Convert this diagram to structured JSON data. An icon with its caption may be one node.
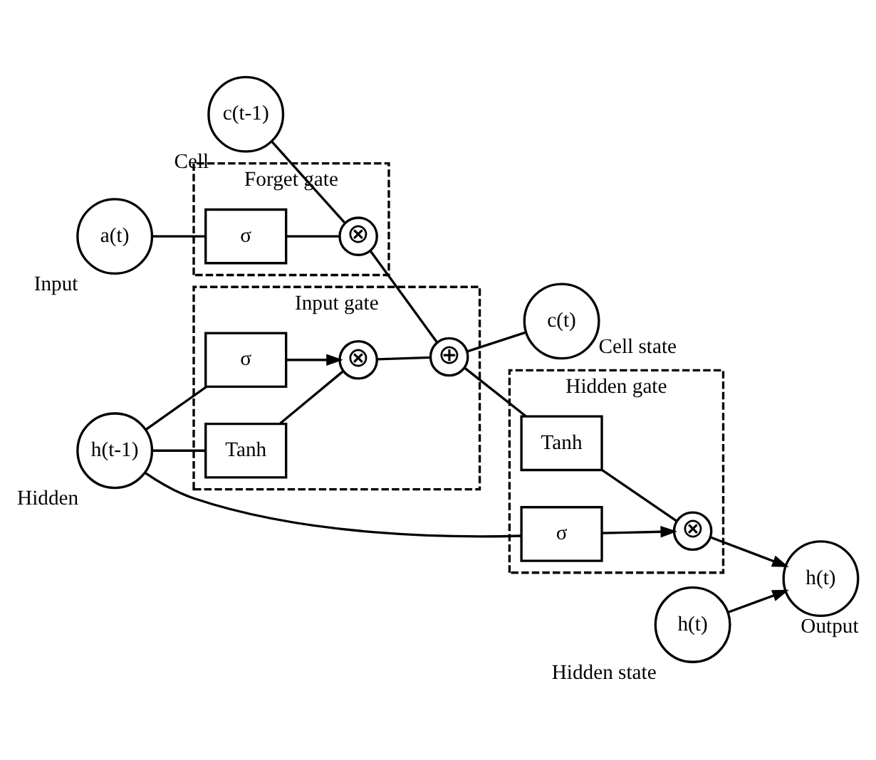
{
  "diagram": {
    "nodes": [
      {
        "text": [
          "c(t-1)"
        ],
        "beside": [
          "Cell"
        ]
      },
      {
        "text": [
          "h(t-1)"
        ],
        "beside": [
          "Hidden"
        ]
      },
      {
        "text": [
          "a(t)"
        ],
        "beside": [
          "Input"
        ]
      },
      {
        "text": [
          "Forget gate"
        ]
      },
      {
        "text": [
          "⊗"
        ],
        "in": 3
      },
      {
        "text": [
          "σ"
        ],
        "in": 3
      },
      {
        "text": [
          "Input gate"
        ]
      },
      {
        "text": [
          "⊕"
        ],
        "in": 6
      },
      {
        "text": [
          "⊗"
        ],
        "in": 6
      },
      {
        "text": [
          "σ"
        ],
        "in": 6
      },
      {
        "text": [
          "Tanh"
        ],
        "in": 6
      },
      {
        "text": [
          "Hidden gate"
        ]
      },
      {
        "text": [
          "Tanh"
        ],
        "in": 11
      },
      {
        "text": [
          "⊗"
        ],
        "in": 11
      },
      {
        "text": [
          "σ"
        ],
        "in": 11
      },
      {
        "text": [
          "c(t)"
        ],
        "beside": [
          "Cell state"
        ]
      },
      {
        "text": [
          "h(t)"
        ],
        "beside": [
          "Hidden state"
        ]
      },
      {
        "text": [
          "h(t)"
        ],
        "beside": [
          "Output"
        ]
      }
    ],
    "edges": [
      {
        "from": 0,
        "to": 4,
        "arrow": "none"
      },
      {
        "from": 4,
        "to": 7,
        "arrow": "none"
      },
      {
        "from": 7,
        "to": 15,
        "arrow": "none"
      },
      {
        "from": 2,
        "to": 5,
        "arrow": "none"
      },
      {
        "from": 5,
        "to": 4,
        "arrow": "none"
      },
      {
        "from": 1,
        "to": 9,
        "arrow": "none"
      },
      {
        "from": 1,
        "to": 10,
        "arrow": "none"
      },
      {
        "from": 1,
        "to": 14,
        "arrow": "none"
      },
      {
        "from": 9,
        "to": 8,
        "arrow": "to"
      },
      {
        "from": 10,
        "to": 8,
        "arrow": "none"
      },
      {
        "from": 8,
        "to": 7,
        "arrow": "none"
      },
      {
        "from": 7,
        "to": 12,
        "arrow": "none"
      },
      {
        "from": 12,
        "to": 13,
        "arrow": "none"
      },
      {
        "from": 14,
        "to": 13,
        "arrow": "to"
      },
      {
        "from": 13,
        "to": 17,
        "arrow": "to"
      },
      {
        "from": 16,
        "to": 17,
        "arrow": "to"
      }
    ]
  }
}
